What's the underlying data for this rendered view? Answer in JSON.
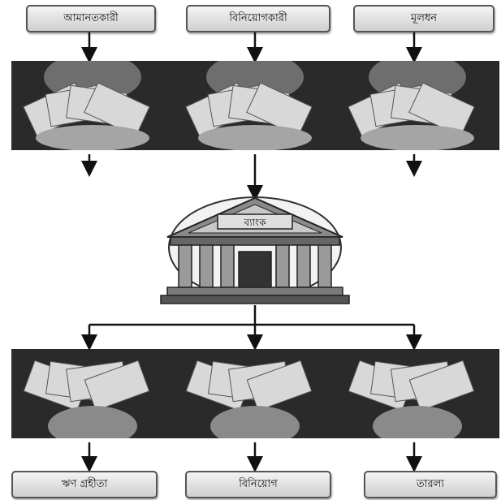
{
  "sources": [
    "আমানতকারী",
    "বিনিয়োগকারী",
    "মূলধন"
  ],
  "center": {
    "label": "ব্যাংক",
    "icon": "bank-building-icon"
  },
  "uses": [
    "ঋণ গ্রহীতা",
    "বিনিয়োগ",
    "তারল্য"
  ],
  "images": [
    "money-in-hand-photo",
    "money-in-hand-photo",
    "money-in-hand-photo",
    "money-in-hand-photo",
    "money-in-hand-photo",
    "money-in-hand-photo"
  ]
}
